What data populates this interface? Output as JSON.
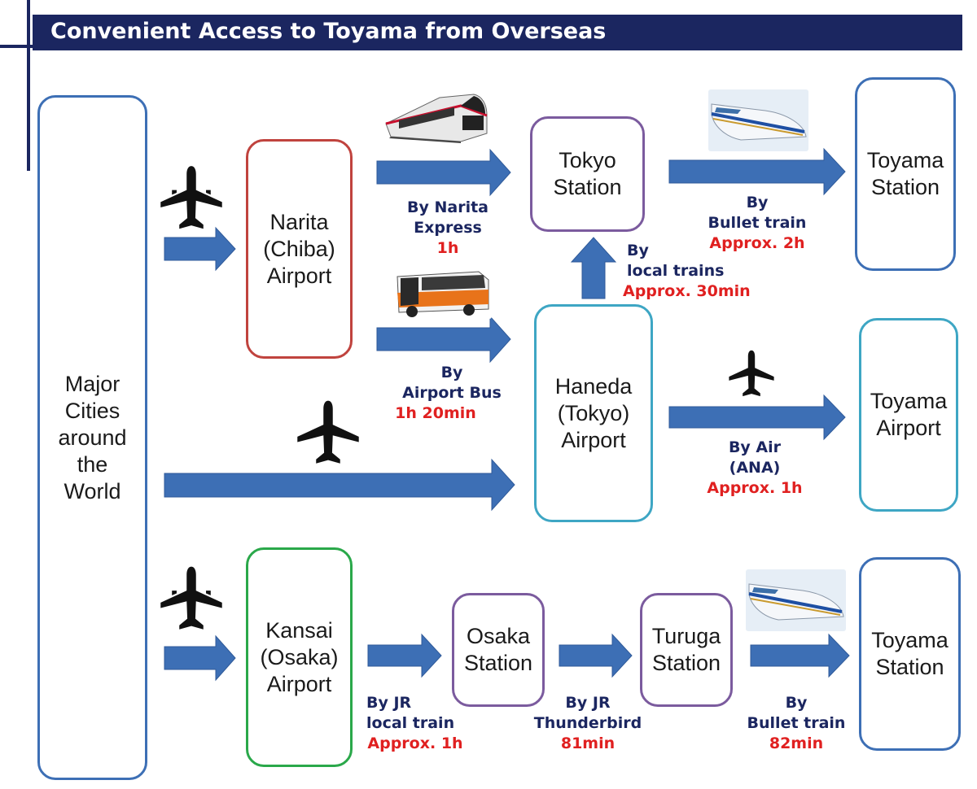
{
  "title": "Convenient Access to Toyama from Overseas",
  "colors": {
    "header": "#1b2660",
    "route_text": "#1b2660",
    "duration_text": "#e02020",
    "arrow": "#3d6fb5"
  },
  "nodes": {
    "origin": "Major\nCities\naround\nthe\nWorld",
    "narita": "Narita\n(Chiba)\nAirport",
    "tokyo_station": "Tokyo\nStation",
    "toyama_station_top": "Toyama\nStation",
    "haneda": "Haneda\n(Tokyo)\nAirport",
    "toyama_airport": "Toyama\nAirport",
    "kansai": "Kansai\n(Osaka)\nAirport",
    "osaka_station": "Osaka\nStation",
    "turuga_station": "Turuga\nStation",
    "toyama_station_bottom": "Toyama\nStation"
  },
  "routes": {
    "narita_express": {
      "mode": "By Narita\nExpress",
      "duration": "1h"
    },
    "bullet_top": {
      "mode": "By\nBullet train",
      "duration": "Approx. 2h"
    },
    "local_trains": {
      "mode": "By\nlocal trains",
      "duration": "Approx. 30min"
    },
    "airport_bus": {
      "mode": "By\nAirport Bus",
      "duration": "1h 20min"
    },
    "air_ana": {
      "mode": "By Air\n(ANA)",
      "duration": "Approx. 1h"
    },
    "jr_local": {
      "mode": "By JR\nlocal train",
      "duration": "Approx. 1h"
    },
    "thunderbird": {
      "mode": "By JR\nThunderbird",
      "duration": "81min"
    },
    "bullet_bottom": {
      "mode": "By\nBullet train",
      "duration": "82min"
    }
  },
  "icons": [
    "airplane-icon",
    "train-photo",
    "bus-photo",
    "bullet-train-photo"
  ]
}
